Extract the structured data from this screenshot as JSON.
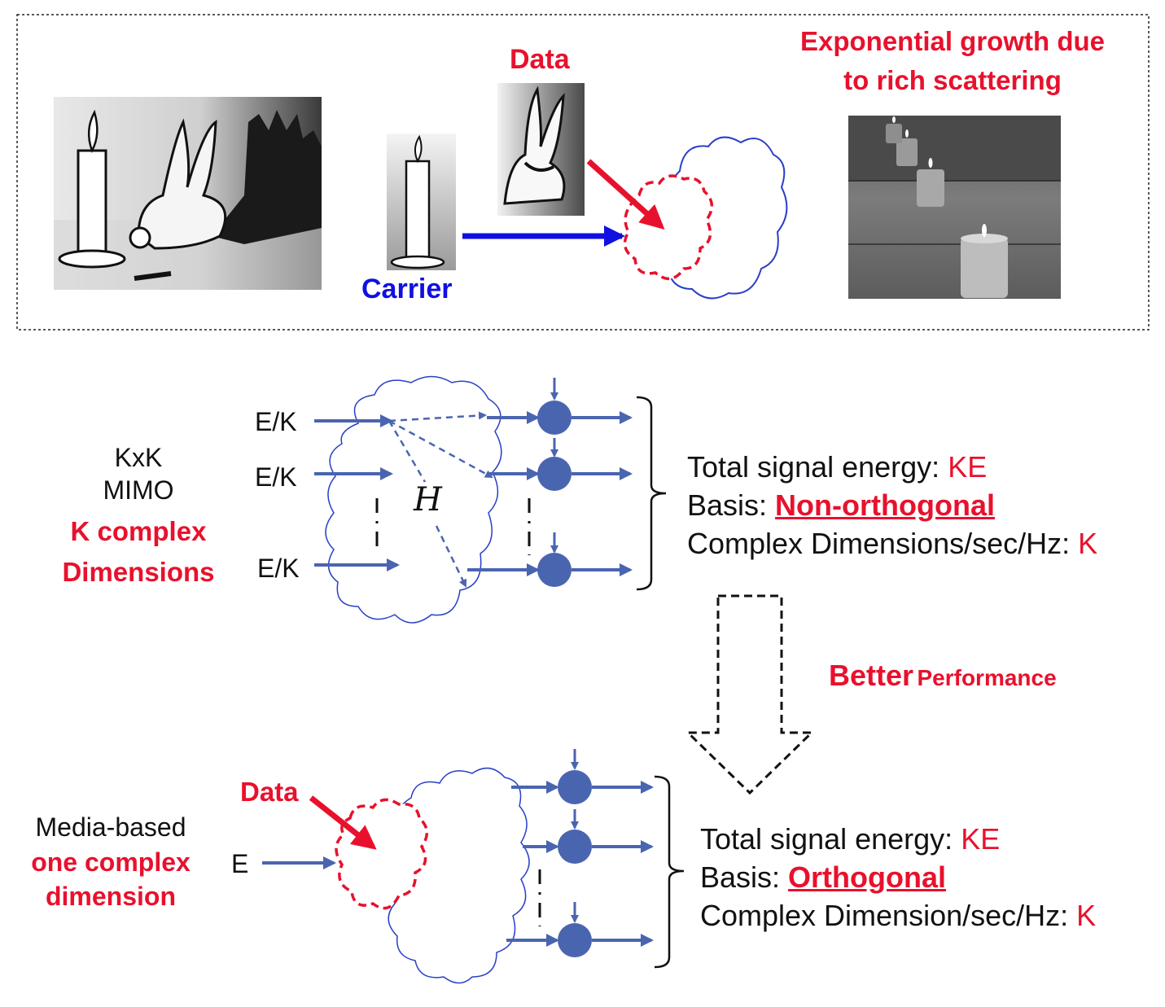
{
  "colors": {
    "accent_red": "#e8112d",
    "carrier_blue": "#1010e0",
    "diagram_blue": "#4a65b0",
    "cloud_outline_blue": "#2a3fc8",
    "black": "#111111"
  },
  "top_panel": {
    "data_label": "Data",
    "carrier_label": "Carrier",
    "scatter_caption_line1": "Exponential growth due",
    "scatter_caption_line2": "to rich scattering",
    "images": {
      "shadow_puppet": "candle-and-rabbit-shadow-image",
      "candle_small": "candle-image",
      "puppet_hand": "rabbit-hand-image",
      "mirror_candles": "mirrored-candles-image"
    }
  },
  "mimo": {
    "label_line1": "KxK",
    "label_line2": "MIMO",
    "dims_line1": "K complex",
    "dims_line2": "Dimensions",
    "inputs": [
      "E/K",
      "E/K",
      "E/K"
    ],
    "channel_symbol": "H",
    "energy_label": "Total signal energy: ",
    "energy_value": "KE",
    "basis_label": "Basis: ",
    "basis_value": "Non-orthogonal",
    "dims_label": "Complex Dimensions/sec/Hz: ",
    "dims_value": "K"
  },
  "transition": {
    "better": "Better",
    "performance": "Performance"
  },
  "media_based": {
    "label_line1": "Media-based",
    "dims_line1": "one complex",
    "dims_line2": "dimension",
    "data_label": "Data",
    "input": "E",
    "energy_label": "Total signal energy: ",
    "energy_value": "KE",
    "basis_label": "Basis: ",
    "basis_value": "Orthogonal",
    "dims_label": "Complex Dimension/sec/Hz: ",
    "dims_value": "K"
  }
}
